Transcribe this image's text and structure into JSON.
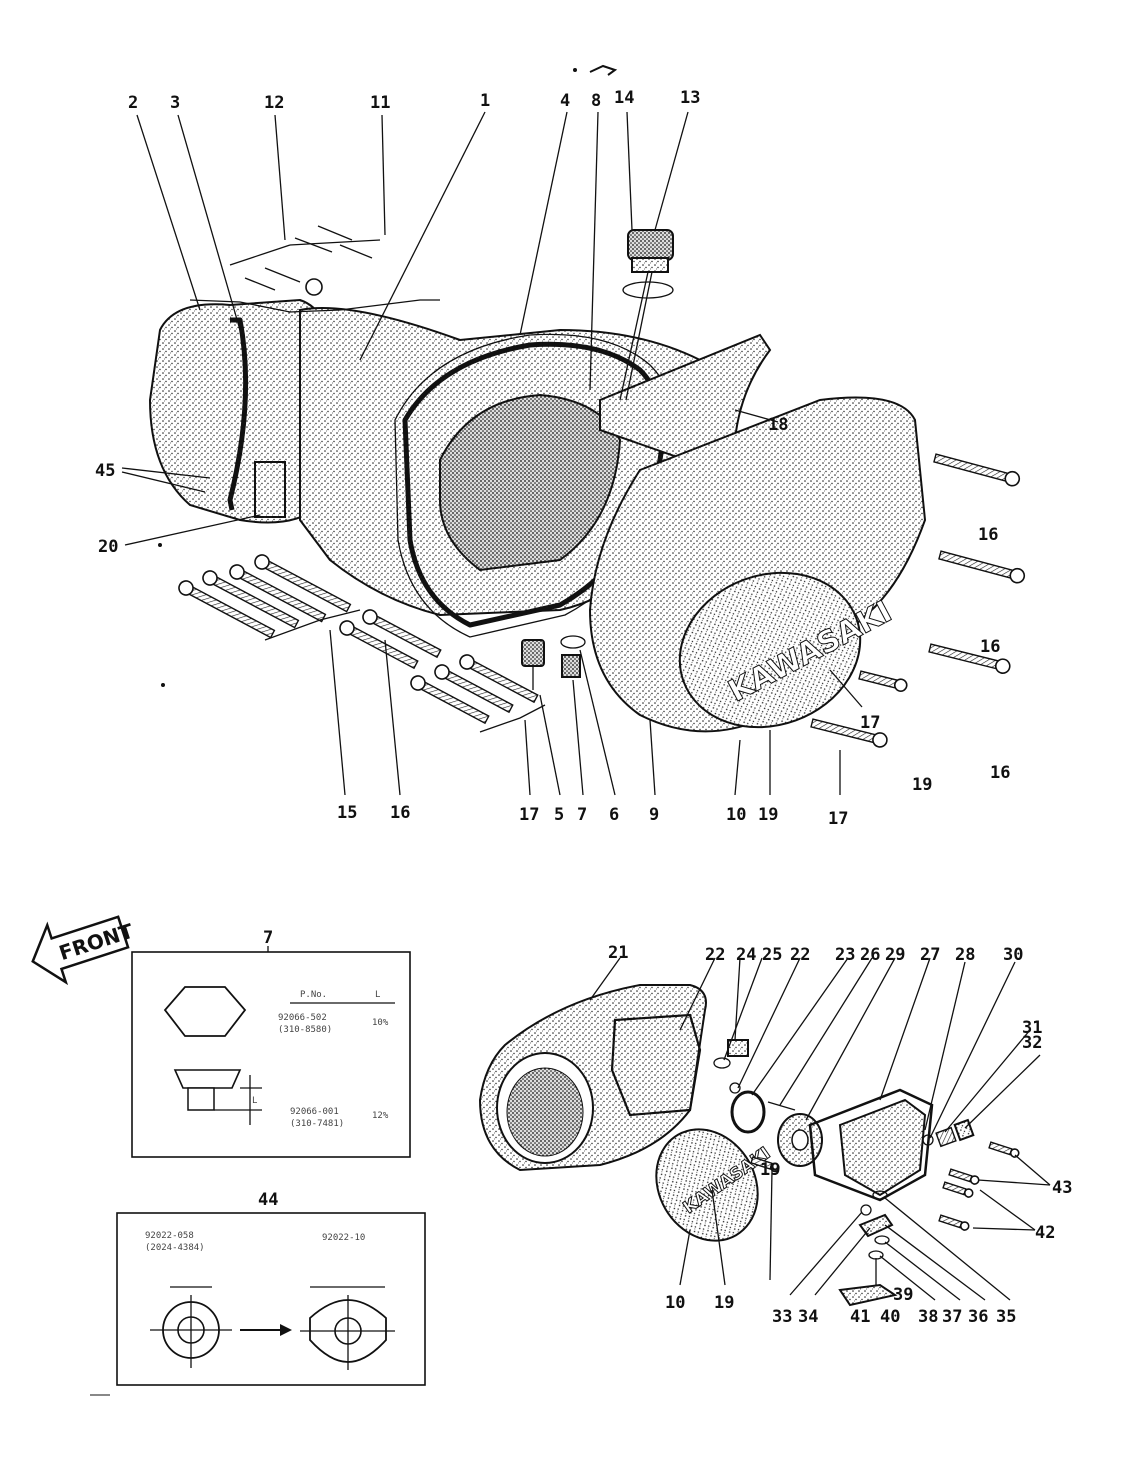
{
  "callouts": {
    "c1": "1",
    "c2": "2",
    "c3": "3",
    "c4": "4",
    "c5": "5",
    "c6": "6",
    "c7a": "7",
    "c7b": "7",
    "c8": "8",
    "c9": "9",
    "c10a": "10",
    "c10b": "10",
    "c11": "11",
    "c12": "12",
    "c13": "13",
    "c14": "14",
    "c15": "15",
    "c16a": "16",
    "c16b": "16",
    "c16c": "16",
    "c16d": "16",
    "c17a": "17",
    "c17b": "17",
    "c17c": "17",
    "c18": "18",
    "c19a": "19",
    "c19b": "19",
    "c19c": "19",
    "c19d": "19",
    "c20": "20",
    "c21": "21",
    "c22a": "22",
    "c22b": "22",
    "c23": "23",
    "c24": "24",
    "c25": "25",
    "c26": "26",
    "c27": "27",
    "c28": "28",
    "c29": "29",
    "c30": "30",
    "c31": "31",
    "c32": "32",
    "c33": "33",
    "c34": "34",
    "c35": "35",
    "c36": "36",
    "c37": "37",
    "c38": "38",
    "c39": "39",
    "c40": "40",
    "c41": "41",
    "c42": "42",
    "c43": "43",
    "c44": "44",
    "c45": "45"
  },
  "front_label": "FRONT",
  "logo_text": "KAWASAKI",
  "inset7": {
    "title": "7",
    "header_pno": "P.No.",
    "header_l": "L",
    "row1_pno_a": "92066-502",
    "row1_pno_b": "(310-8580)",
    "row1_l": "10%",
    "row2_pno_a": "92066-001",
    "row2_pno_b": "(310-7481)",
    "row2_l": "12%",
    "dim_l": "L"
  },
  "inset44": {
    "title": "44",
    "left_a": "92022-058",
    "left_b": "(2024-4384)",
    "right_a": "92022-10"
  }
}
